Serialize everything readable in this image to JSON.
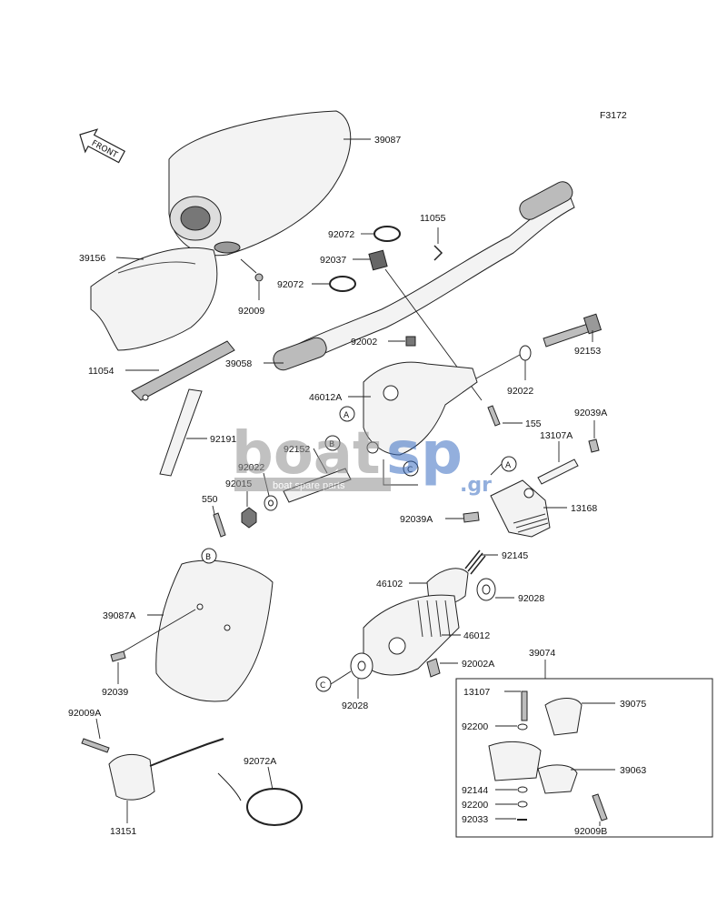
{
  "diagram": {
    "figure_code": "F3172",
    "direction_tag": "FRONT",
    "watermark": {
      "brand_left": "boat",
      "brand_right": "sp",
      "tld": ".gr",
      "tagline": "boat spare parts"
    },
    "callouts": {
      "p39087": "39087",
      "p92072a": "92072",
      "p11055": "11055",
      "p92037": "92037",
      "p39156": "39156",
      "p92009": "92009",
      "p92072b": "92072",
      "p92002": "92002",
      "p92153": "92153",
      "p11054": "11054",
      "p39058": "39058",
      "p92022a": "92022",
      "p46012a": "46012A",
      "p155": "155",
      "p92039a_top": "92039A",
      "p13107a": "13107A",
      "p92191": "92191",
      "p92152": "92152",
      "p92022b": "92022",
      "p92015": "92015",
      "p550": "550",
      "p13168": "13168",
      "p92039a_mid": "92039A",
      "p92145": "92145",
      "p46102": "46102",
      "p92028a": "92028",
      "p39087a": "39087A",
      "p46012": "46012",
      "p92002a": "92002A",
      "p92039": "92039",
      "p92028b": "92028",
      "p39074": "39074",
      "p13107": "13107",
      "p39075": "39075",
      "p92200a": "92200",
      "p39063": "39063",
      "p92144": "92144",
      "p92200b": "92200",
      "p92033": "92033",
      "p92009b": "92009B",
      "p92009a": "92009A",
      "p92072A": "92072A",
      "p13151": "13151"
    },
    "refs": {
      "a": "A",
      "b": "B",
      "c": "C"
    }
  }
}
